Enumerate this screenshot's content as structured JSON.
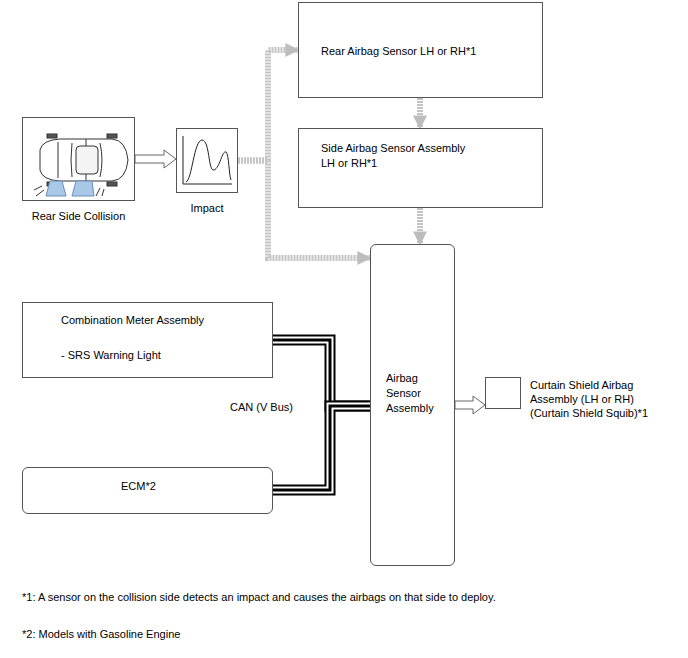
{
  "diagram": {
    "nodes": [
      {
        "text": [
          "Rear Airbag Sensor LH or RH*1"
        ]
      },
      {
        "text": [
          "Side Airbag Sensor Assembly LH or RH*1"
        ]
      },
      {
        "text": [
          "Rear Side Collision"
        ]
      },
      {
        "text": [
          "Impact"
        ]
      },
      {
        "text": [
          "Combination Meter Assembly",
          "- SRS Warning Light"
        ]
      },
      {
        "text": [
          "Airbag Sensor Assembly"
        ]
      },
      {
        "text": [
          "Curtain Shield Airbag Assembly (LH or RH) (Curtain Shield Squib)*1"
        ]
      },
      {
        "text": [
          "ECM*2"
        ]
      }
    ],
    "edges": [
      {
        "from": 2,
        "to": 3,
        "arrow": "to"
      },
      {
        "from": 3,
        "to": 0,
        "arrow": "to"
      },
      {
        "from": 3,
        "to": 5,
        "arrow": "to"
      },
      {
        "from": 0,
        "to": 1,
        "arrow": "to"
      },
      {
        "from": 1,
        "to": 5,
        "arrow": "to"
      },
      {
        "from": 4,
        "to": 5,
        "arrow": "none",
        "label": "CAN (V Bus)"
      },
      {
        "from": 7,
        "to": 5,
        "arrow": "none"
      },
      {
        "from": 5,
        "to": 6,
        "arrow": "to"
      }
    ],
    "labels": [
      "*1: A sensor on the collision side detects an impact and causes the airbags on that side to deploy.",
      "*2: Models with Gasoline Engine"
    ]
  }
}
